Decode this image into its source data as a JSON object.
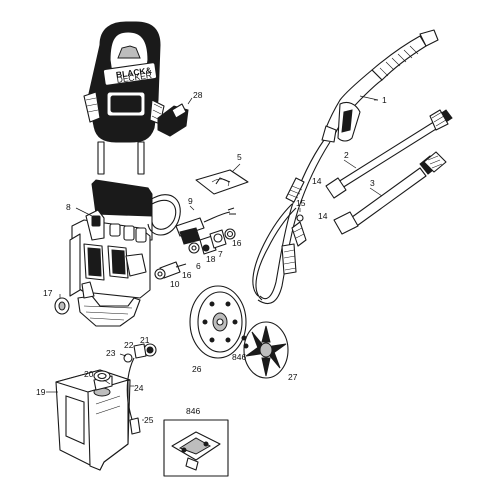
{
  "diagram": {
    "colors": {
      "ink": "#1a1a1a",
      "shade": "#bdbdbd",
      "background": "#ffffff"
    },
    "callouts": {
      "c1": "1",
      "c2": "2",
      "c3": "3",
      "c5": "5",
      "c6": "6",
      "c7": "7",
      "c8": "8",
      "c9": "9",
      "c10": "10",
      "c14a": "14",
      "c14b": "14",
      "c15": "15",
      "c16a": "16",
      "c16b": "16",
      "c17": "17",
      "c18": "18",
      "c19": "19",
      "c20": "20",
      "c21": "21",
      "c22": "22",
      "c23": "23",
      "c24": "24",
      "c25": "25",
      "c26": "26",
      "c27": "27",
      "c28": "28",
      "c846a": "846",
      "c846b": "846"
    },
    "logo": {
      "line1": "BLACK&",
      "line2": "DECKER"
    }
  }
}
